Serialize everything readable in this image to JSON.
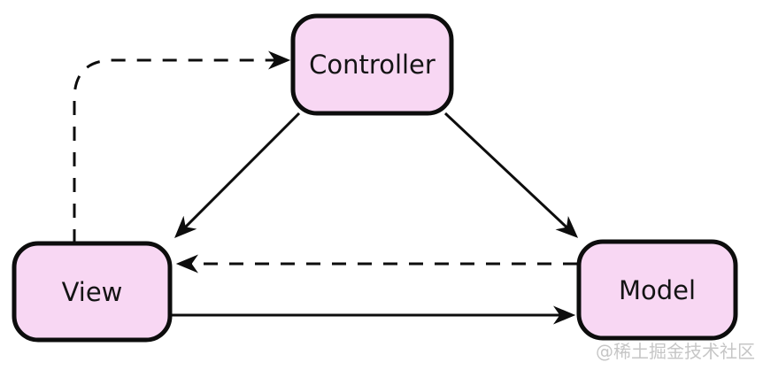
{
  "diagram": {
    "type": "flowchart",
    "pattern_name": "MVC",
    "background_color": "#ffffff",
    "node_fill_color": "#f8d7f3",
    "node_border_color": "#0d0d0d",
    "edge_color": "#0d0d0d",
    "nodes": [
      {
        "id": "controller",
        "label": "Controller",
        "position": "top-center"
      },
      {
        "id": "view",
        "label": "View",
        "position": "bottom-left"
      },
      {
        "id": "model",
        "label": "Model",
        "position": "bottom-right"
      }
    ],
    "edges": [
      {
        "from": "view",
        "to": "controller",
        "style": "dashed",
        "route": "up-then-right"
      },
      {
        "from": "controller",
        "to": "view",
        "style": "solid",
        "route": "diagonal"
      },
      {
        "from": "controller",
        "to": "model",
        "style": "solid",
        "route": "diagonal"
      },
      {
        "from": "model",
        "to": "view",
        "style": "dashed",
        "route": "horizontal"
      },
      {
        "from": "view",
        "to": "model",
        "style": "solid",
        "route": "horizontal"
      }
    ]
  },
  "watermark": {
    "text": "@稀土掘金技术社区",
    "color": "#c6c6c6"
  }
}
